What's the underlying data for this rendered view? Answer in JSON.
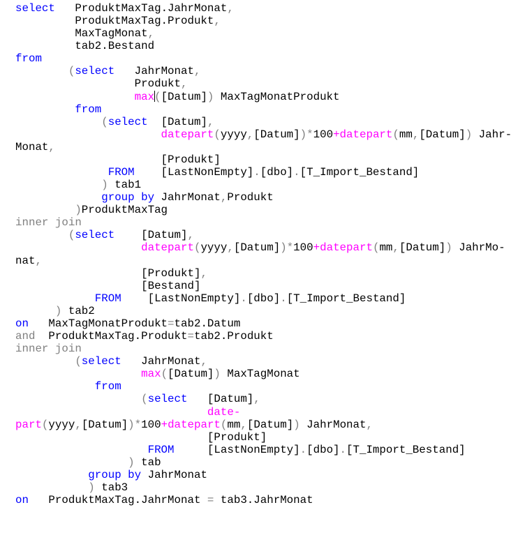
{
  "colors": {
    "keyword": "#0000ff",
    "function": "#ff00ff",
    "operator": "#808080",
    "text": "#000000"
  },
  "code_lines": [
    [
      [
        "k",
        "select"
      ],
      [
        "t",
        "   ProduktMaxTag.JahrMonat"
      ],
      [
        "g",
        ","
      ]
    ],
    [
      [
        "t",
        "         ProduktMaxTag.Produkt"
      ],
      [
        "g",
        ","
      ]
    ],
    [
      [
        "t",
        "         MaxTagMonat"
      ],
      [
        "g",
        ","
      ]
    ],
    [
      [
        "t",
        "         tab2.Bestand"
      ]
    ],
    [
      [
        "k",
        "from"
      ]
    ],
    [
      [
        "g",
        "        ("
      ],
      [
        "k",
        "select"
      ],
      [
        "t",
        "   JahrMonat"
      ],
      [
        "g",
        ","
      ]
    ],
    [
      [
        "t",
        "                  Produkt"
      ],
      [
        "g",
        ","
      ]
    ],
    [
      [
        "f",
        "                  max"
      ],
      [
        "c",
        ""
      ],
      [
        "g",
        "("
      ],
      [
        "t",
        "[Datum]"
      ],
      [
        "g",
        ")"
      ],
      [
        "t",
        " MaxTagMonatProdukt"
      ]
    ],
    [
      [
        "k",
        "         from"
      ]
    ],
    [
      [
        "g",
        "             ("
      ],
      [
        "k",
        "select"
      ],
      [
        "t",
        "  [Datum]"
      ],
      [
        "g",
        ","
      ]
    ],
    [
      [
        "f",
        "                      datepart"
      ],
      [
        "g",
        "("
      ],
      [
        "t",
        "yyyy"
      ],
      [
        "g",
        ","
      ],
      [
        "t",
        "[Datum]"
      ],
      [
        "g",
        ")*"
      ],
      [
        "t",
        "100"
      ],
      [
        "f",
        "+datepart"
      ],
      [
        "g",
        "("
      ],
      [
        "t",
        "mm"
      ],
      [
        "g",
        ","
      ],
      [
        "t",
        "[Datum]"
      ],
      [
        "g",
        ")"
      ],
      [
        "t",
        " Jahr-"
      ]
    ],
    [
      [
        "t",
        "Monat"
      ],
      [
        "g",
        ","
      ]
    ],
    [
      [
        "t",
        "                      [Produkt]"
      ]
    ],
    [
      [
        "k",
        "              FROM"
      ],
      [
        "t",
        "    [LastNonEmpty]"
      ],
      [
        "g",
        "."
      ],
      [
        "t",
        "[dbo]"
      ],
      [
        "g",
        "."
      ],
      [
        "t",
        "[T_Import_Bestand]"
      ]
    ],
    [
      [
        "g",
        "             )"
      ],
      [
        "t",
        " tab1"
      ]
    ],
    [
      [
        "k",
        "             group by"
      ],
      [
        "t",
        " JahrMonat"
      ],
      [
        "g",
        ","
      ],
      [
        "t",
        "Produkt"
      ]
    ],
    [
      [
        "g",
        "         )"
      ],
      [
        "t",
        "ProduktMaxTag"
      ]
    ],
    [
      [
        "g",
        "inner join"
      ]
    ],
    [
      [
        "g",
        "        ("
      ],
      [
        "k",
        "select"
      ],
      [
        "t",
        "    [Datum]"
      ],
      [
        "g",
        ","
      ]
    ],
    [
      [
        "f",
        "                   datepart"
      ],
      [
        "g",
        "("
      ],
      [
        "t",
        "yyyy"
      ],
      [
        "g",
        ","
      ],
      [
        "t",
        "[Datum]"
      ],
      [
        "g",
        ")*"
      ],
      [
        "t",
        "100"
      ],
      [
        "f",
        "+datepart"
      ],
      [
        "g",
        "("
      ],
      [
        "t",
        "mm"
      ],
      [
        "g",
        ","
      ],
      [
        "t",
        "[Datum]"
      ],
      [
        "g",
        ")"
      ],
      [
        "t",
        " JahrMo-"
      ]
    ],
    [
      [
        "t",
        "nat"
      ],
      [
        "g",
        ","
      ]
    ],
    [
      [
        "t",
        "                   [Produkt]"
      ],
      [
        "g",
        ","
      ]
    ],
    [
      [
        "t",
        "                   [Bestand]"
      ]
    ],
    [
      [
        "k",
        "            FROM"
      ],
      [
        "t",
        "    [LastNonEmpty]"
      ],
      [
        "g",
        "."
      ],
      [
        "t",
        "[dbo]"
      ],
      [
        "g",
        "."
      ],
      [
        "t",
        "[T_Import_Bestand]"
      ]
    ],
    [
      [
        "g",
        "      )"
      ],
      [
        "t",
        " tab2"
      ]
    ],
    [
      [
        "k",
        "on"
      ],
      [
        "t",
        "   MaxTagMonatProdukt"
      ],
      [
        "g",
        "="
      ],
      [
        "t",
        "tab2.Datum"
      ]
    ],
    [
      [
        "g",
        "and"
      ],
      [
        "t",
        "  ProduktMaxTag.Produkt"
      ],
      [
        "g",
        "="
      ],
      [
        "t",
        "tab2.Produkt"
      ]
    ],
    [
      [
        "g",
        "inner join"
      ]
    ],
    [
      [
        "g",
        "         ("
      ],
      [
        "k",
        "select"
      ],
      [
        "t",
        "   JahrMonat"
      ],
      [
        "g",
        ","
      ]
    ],
    [
      [
        "f",
        "                   max"
      ],
      [
        "g",
        "("
      ],
      [
        "t",
        "[Datum]"
      ],
      [
        "g",
        ")"
      ],
      [
        "t",
        " MaxTagMonat"
      ]
    ],
    [
      [
        "k",
        "            from"
      ]
    ],
    [
      [
        "g",
        "                   ("
      ],
      [
        "k",
        "select"
      ],
      [
        "t",
        "   [Datum]"
      ],
      [
        "g",
        ","
      ]
    ],
    [
      [
        "f",
        "                             date-"
      ]
    ],
    [
      [
        "f",
        "part"
      ],
      [
        "g",
        "("
      ],
      [
        "t",
        "yyyy"
      ],
      [
        "g",
        ","
      ],
      [
        "t",
        "[Datum]"
      ],
      [
        "g",
        ")*"
      ],
      [
        "t",
        "100"
      ],
      [
        "f",
        "+datepart"
      ],
      [
        "g",
        "("
      ],
      [
        "t",
        "mm"
      ],
      [
        "g",
        ","
      ],
      [
        "t",
        "[Datum]"
      ],
      [
        "g",
        ")"
      ],
      [
        "t",
        " JahrMonat"
      ],
      [
        "g",
        ","
      ]
    ],
    [
      [
        "t",
        "                             [Produkt]"
      ]
    ],
    [
      [
        "k",
        "                    FROM"
      ],
      [
        "t",
        "     [LastNonEmpty]"
      ],
      [
        "g",
        "."
      ],
      [
        "t",
        "[dbo]"
      ],
      [
        "g",
        "."
      ],
      [
        "t",
        "[T_Import_Bestand]"
      ]
    ],
    [
      [
        "g",
        "                 )"
      ],
      [
        "t",
        " tab"
      ]
    ],
    [
      [
        "k",
        "           group by"
      ],
      [
        "t",
        " JahrMonat"
      ]
    ],
    [
      [
        "g",
        "           )"
      ],
      [
        "t",
        " tab3"
      ]
    ],
    [
      [
        "k",
        "on"
      ],
      [
        "t",
        "   ProduktMaxTag.JahrMonat "
      ],
      [
        "g",
        "="
      ],
      [
        "t",
        " tab3.JahrMonat"
      ]
    ]
  ]
}
